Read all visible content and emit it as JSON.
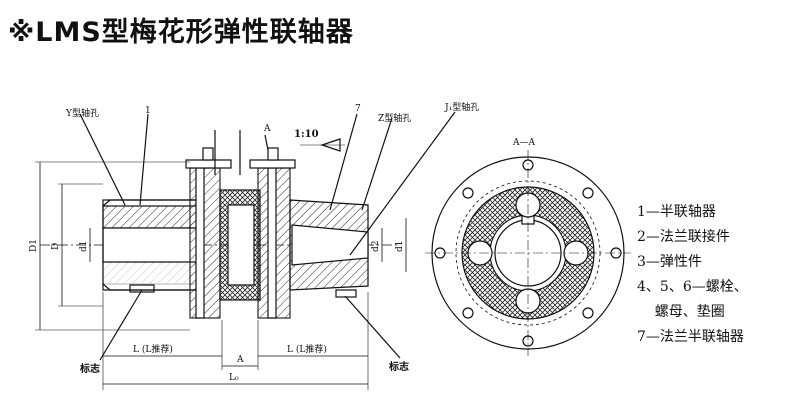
{
  "title": "※LMS型梅花形弹性联轴器",
  "labels": {
    "y_hole": "Y型轴孔",
    "part_1": "1",
    "part_7": "7",
    "z_hole": "Z型轴孔",
    "j1_hole": "J₁型轴孔",
    "section_a_top": "A",
    "scale": "1:10",
    "section_aa": "A—A",
    "dim_D1": "D1",
    "dim_D": "D",
    "dim_d1_left": "d1",
    "dim_d2": "d2",
    "dim_d1_right": "d1",
    "dim_L_left": "L (L推荐)",
    "dim_L_right": "L (L推荐)",
    "dim_A_bottom": "A",
    "dim_L0": "L₀",
    "mark_left": "标志",
    "mark_right": "标志"
  },
  "legend": [
    "1—半联轴器",
    "2—法兰联接件",
    "3—弹性件",
    "4、5、6—螺栓、",
    "    螺母、垫圈",
    "7—法兰半联轴器"
  ]
}
